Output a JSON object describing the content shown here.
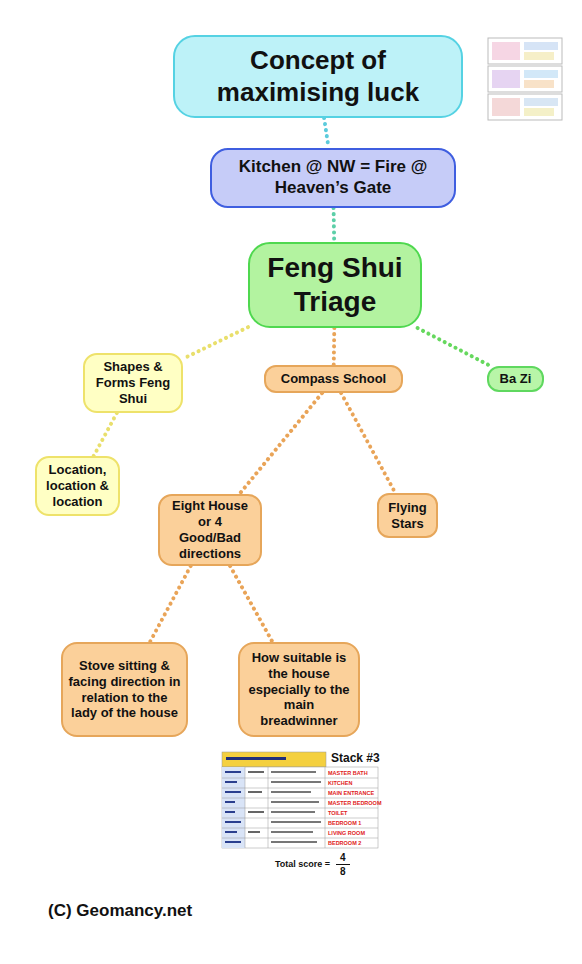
{
  "diagram": {
    "nodes": [
      {
        "text": [
          "Concept of maximising luck"
        ]
      },
      {
        "text": [
          "Kitchen @ NW = Fire @ Heaven’s Gate"
        ]
      },
      {
        "text": [
          "Feng Shui Triage"
        ]
      },
      {
        "text": [
          "Shapes & Forms Feng Shui"
        ]
      },
      {
        "text": [
          "Compass School"
        ]
      },
      {
        "text": [
          "Ba Zi"
        ]
      },
      {
        "text": [
          "Location, location & location"
        ]
      },
      {
        "text": [
          "Eight House or 4 Good/Bad directions"
        ]
      },
      {
        "text": [
          "Flying Stars"
        ]
      },
      {
        "text": [
          "Stove sitting & facing direction in relation to the lady of the house"
        ]
      },
      {
        "text": [
          "How suitable is the house especially to the main breadwinner"
        ]
      }
    ],
    "edges": [
      {
        "from": 0,
        "to": 1,
        "arrow": "none"
      },
      {
        "from": 1,
        "to": 2,
        "arrow": "none"
      },
      {
        "from": 2,
        "to": 3,
        "arrow": "none"
      },
      {
        "from": 2,
        "to": 4,
        "arrow": "none"
      },
      {
        "from": 2,
        "to": 5,
        "arrow": "none"
      },
      {
        "from": 3,
        "to": 6,
        "arrow": "none"
      },
      {
        "from": 4,
        "to": 7,
        "arrow": "none"
      },
      {
        "from": 4,
        "to": 8,
        "arrow": "none"
      },
      {
        "from": 7,
        "to": 9,
        "arrow": "none"
      },
      {
        "from": 7,
        "to": 10,
        "arrow": "none"
      }
    ],
    "labels": [
      "Stack #3",
      "MASTER BATH",
      "KITCHEN",
      "MAIN ENTRANCE",
      "MASTER BEDROOM",
      "TOILET",
      "BEDROOM 1",
      "LIVING ROOM",
      "BEDROOM 2",
      "Total score =",
      "4",
      "8",
      "(C) Geomancy.net"
    ]
  }
}
